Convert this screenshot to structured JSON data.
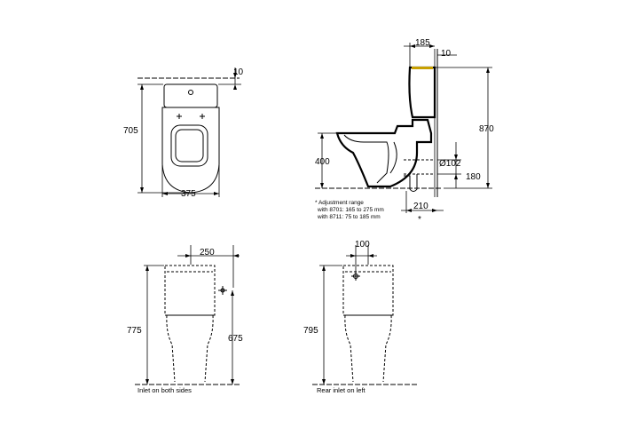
{
  "top_view": {
    "dim_width": "375",
    "dim_height": "705",
    "dim_offset": "10"
  },
  "side_view": {
    "dim_tank_depth": "185",
    "dim_offset": "10",
    "dim_total_height": "870",
    "dim_seat_height": "400",
    "dim_outlet_diameter": "Ø102",
    "dim_outlet_height": "180",
    "dim_outlet_distance": "210",
    "asterisk": "*",
    "note_line1": "* Adjustment range",
    "note_line2": "with 8701: 165 to 275 mm",
    "note_line3": "with 8711:   75 to 185 mm"
  },
  "front_view_left": {
    "dim_inlet_offset": "250",
    "dim_total_height": "775",
    "dim_inlet_height": "675",
    "caption": "Inlet on both sides"
  },
  "front_view_right": {
    "dim_inlet_offset": "100",
    "dim_total_height": "795",
    "caption": "Rear inlet on left"
  },
  "colors": {
    "line": "#000000",
    "background": "#ffffff",
    "accent": "#c8a000"
  }
}
